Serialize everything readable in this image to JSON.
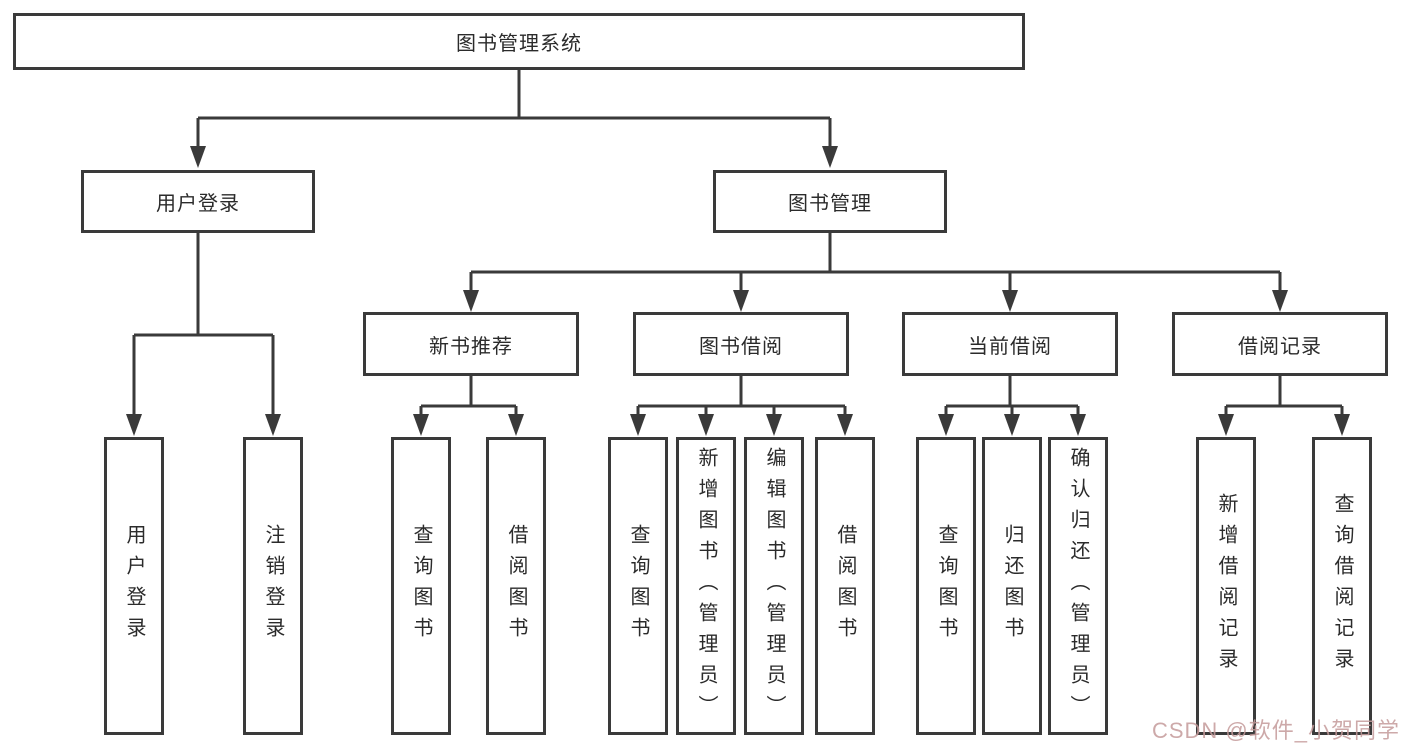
{
  "canvas": {
    "background_color": "#ffffff",
    "line_color": "#3a3a3a",
    "text_color": "#2b2b2b"
  },
  "tree": {
    "root": {
      "label": "图书管理系统"
    },
    "branches": [
      {
        "label": "用户登录",
        "leaves": [
          {
            "label": "用户登录"
          },
          {
            "label": "注销登录"
          }
        ]
      },
      {
        "label": "图书管理",
        "groups": [
          {
            "label": "新书推荐",
            "leaves": [
              {
                "label": "查询图书"
              },
              {
                "label": "借阅图书"
              }
            ]
          },
          {
            "label": "图书借阅",
            "leaves": [
              {
                "label": "查询图书"
              },
              {
                "label": "新增图书（管理员）"
              },
              {
                "label": "编辑图书（管理员）"
              },
              {
                "label": "借阅图书"
              }
            ]
          },
          {
            "label": "当前借阅",
            "leaves": [
              {
                "label": "查询图书"
              },
              {
                "label": "归还图书"
              },
              {
                "label": "确认归还（管理员）"
              }
            ]
          },
          {
            "label": "借阅记录",
            "leaves": [
              {
                "label": "新增借阅记录"
              },
              {
                "label": "查询借阅记录"
              }
            ]
          }
        ]
      }
    ]
  },
  "watermark": {
    "text": "CSDN @软件_小贺同学",
    "color": "#c59b9b"
  }
}
